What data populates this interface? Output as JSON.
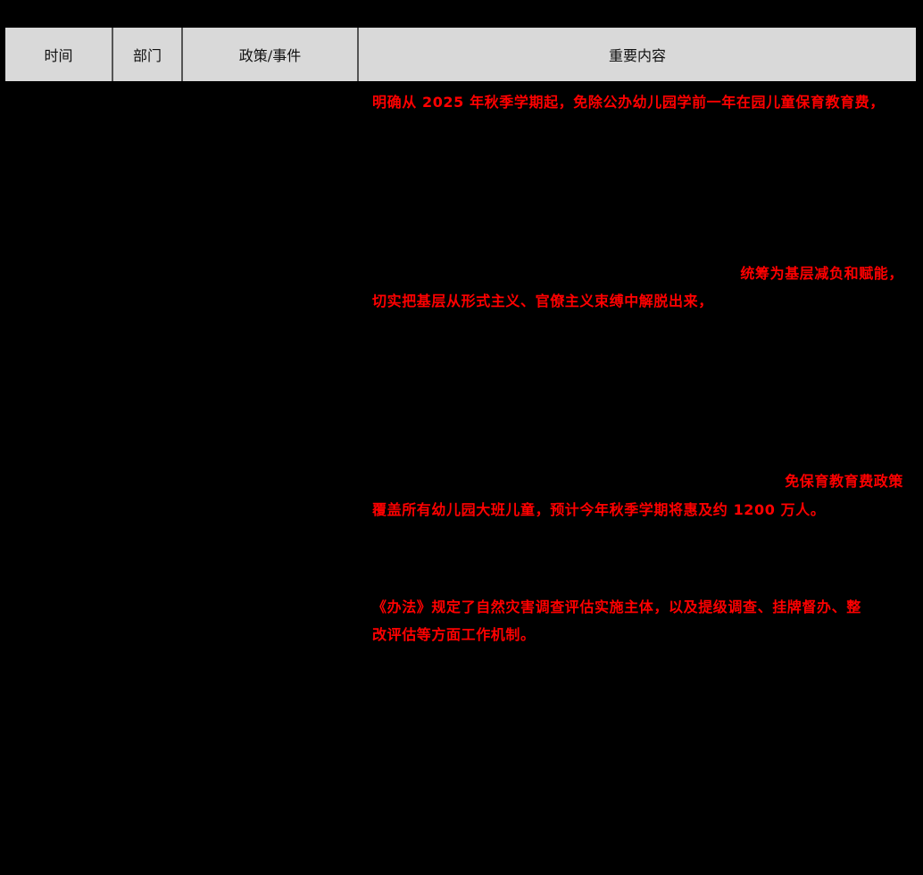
{
  "table": {
    "header": {
      "columns": [
        "时间",
        "部门",
        "政策/事件",
        "重要内容"
      ],
      "background": "#d9d9d9"
    },
    "highlight_color": "#ff0000",
    "rows": [
      {
        "content_highlights": [
          "明确从 2025 年秋季学期起，免除公办幼儿园学前一年在园儿童保育教育费，"
        ]
      },
      {
        "content_highlights": [
          "统筹为基层减负和赋能，",
          "切实把基层从形式主义、官僚主义束缚中解脱出来，"
        ]
      },
      {
        "content_highlights": [
          "免保育教育费政策",
          "覆盖所有幼儿园大班儿童，预计今年秋季学期将惠及约 1200 万人。"
        ]
      },
      {
        "content_highlights": [
          "《办法》规定了自然灾害调查评估实施主体，以及提级调查、挂牌督办、整",
          "改评估等方面工作机制。"
        ]
      }
    ]
  }
}
